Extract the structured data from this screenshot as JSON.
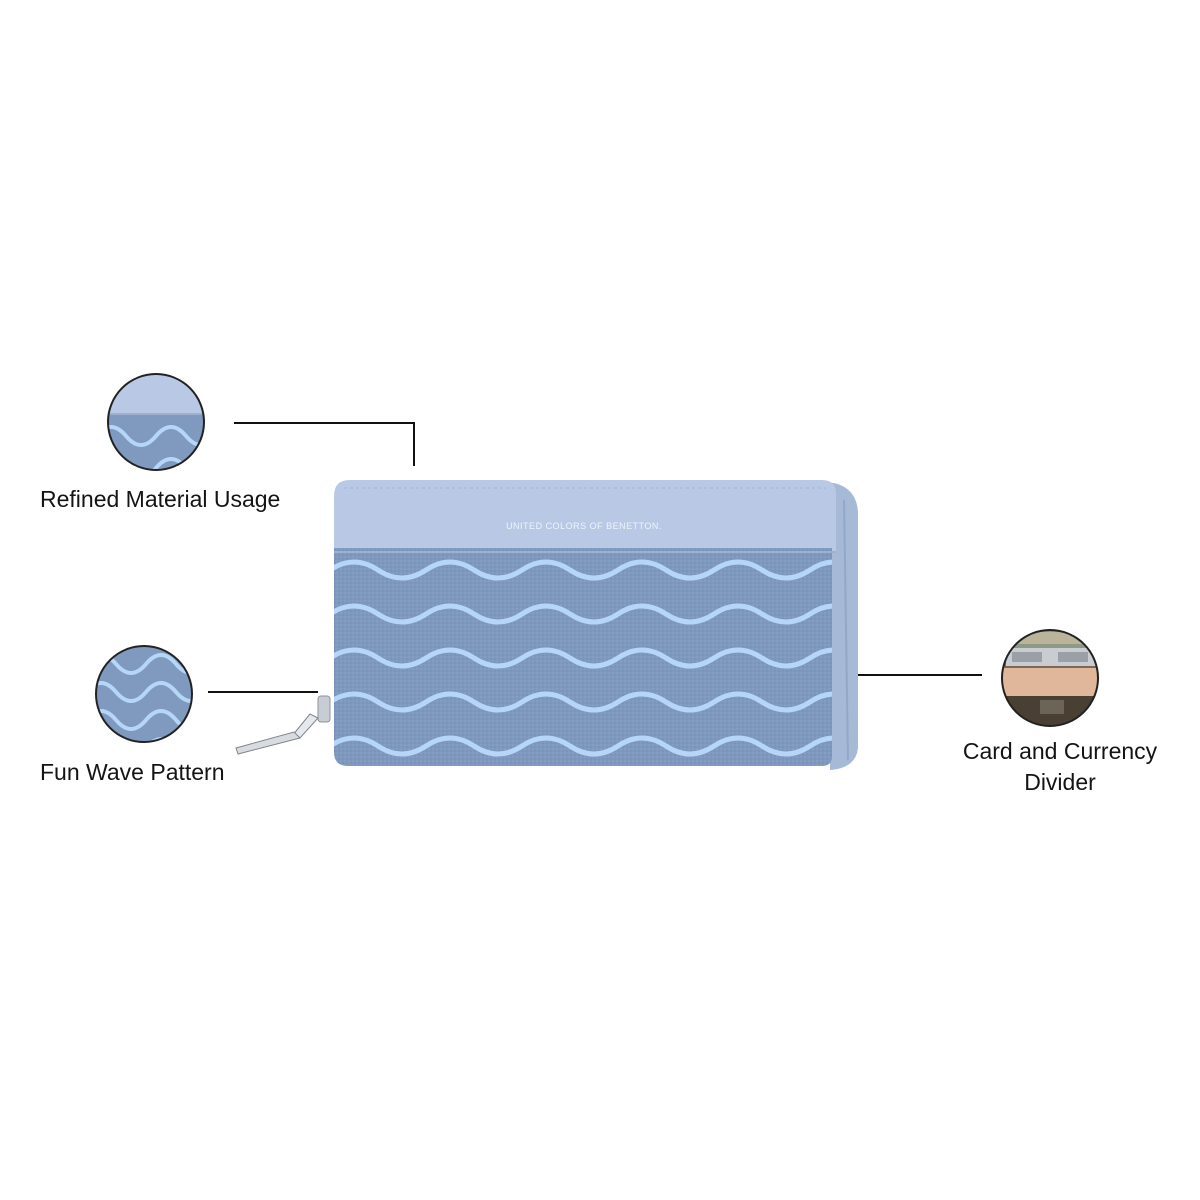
{
  "callouts": {
    "refined": {
      "label": "Refined Material Usage"
    },
    "wave": {
      "label": "Fun Wave Pattern"
    },
    "card": {
      "label_line1": "Card and Currency",
      "label_line2": "Divider"
    }
  },
  "wallet": {
    "brand_text": "UNITED COLORS OF BENETTON."
  },
  "colors": {
    "band": "#b8c8e4",
    "body": "#7f99bf",
    "wave": "#b6d6f7",
    "leader": "#111111"
  }
}
